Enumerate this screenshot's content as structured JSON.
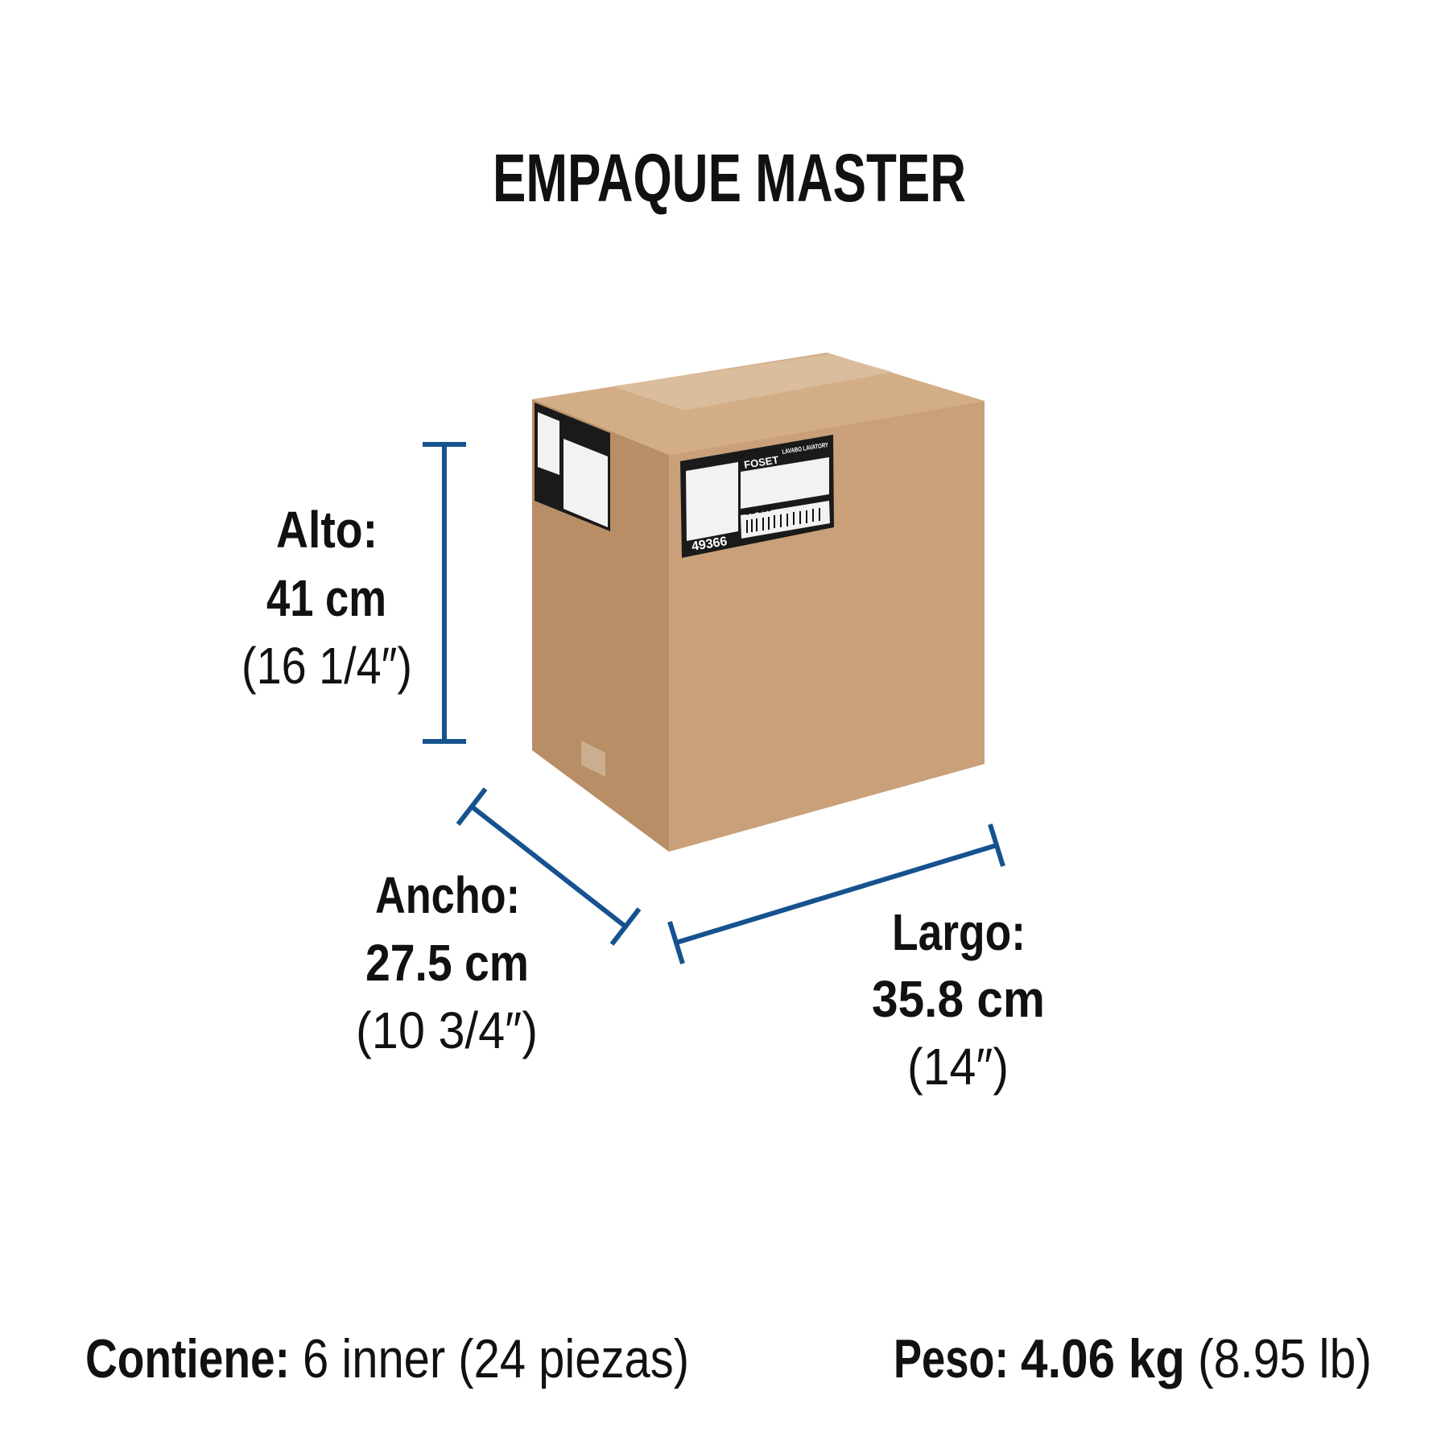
{
  "title": "EMPAQUE MASTER",
  "dimensions": {
    "alto": {
      "label": "Alto:",
      "metric": "41 cm",
      "imperial": "(16 1/4″)"
    },
    "ancho": {
      "label": "Ancho:",
      "metric": "27.5 cm",
      "imperial": "(10 3/4″)"
    },
    "largo": {
      "label": "Largo:",
      "metric": "35.8 cm",
      "imperial": "(14″)"
    }
  },
  "footer": {
    "contents_label": "Contiene:",
    "contents_value": "6 inner (24 piezas)",
    "weight_label": "Peso:",
    "weight_metric": "4.06 kg",
    "weight_imperial": "(8.95 lb)"
  },
  "box_label": {
    "brand": "FOSET",
    "code": "49366",
    "model": "CE-218",
    "category": "LAVABO LAVATORY"
  },
  "colors": {
    "accent": "#16528f",
    "box_front": "#c9a079",
    "box_side": "#b88e66",
    "box_top": "#d3ad86"
  }
}
